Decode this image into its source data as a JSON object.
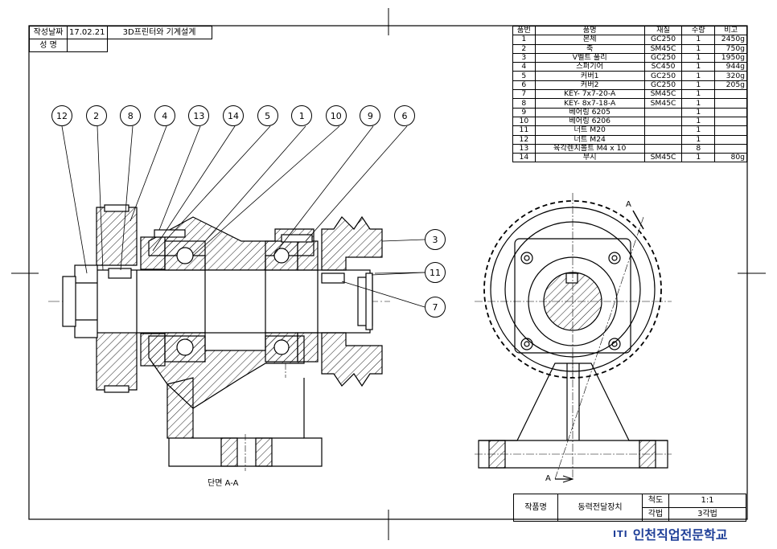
{
  "header": {
    "date_label": "작성날짜",
    "date_value": "17.02.21",
    "course_title": "3D프린터와 기계설계",
    "name_label": "성 명",
    "name_value": ""
  },
  "parts_table": {
    "headers": [
      "품번",
      "품명",
      "재질",
      "수량",
      "비고"
    ],
    "rows": [
      [
        "1",
        "본체",
        "GC250",
        "1",
        "2450g"
      ],
      [
        "2",
        "축",
        "SM45C",
        "1",
        "750g"
      ],
      [
        "3",
        "V벨트 풀리",
        "GC250",
        "1",
        "1950g"
      ],
      [
        "4",
        "스퍼기어",
        "SC450",
        "1",
        "944g"
      ],
      [
        "5",
        "커버1",
        "GC250",
        "1",
        "320g"
      ],
      [
        "6",
        "커버2",
        "GC250",
        "1",
        "205g"
      ],
      [
        "7",
        "KEY- 7x7-20-A",
        "SM45C",
        "1",
        ""
      ],
      [
        "8",
        "KEY- 8x7-18-A",
        "SM45C",
        "1",
        ""
      ],
      [
        "9",
        "베어링 6205",
        "",
        "1",
        ""
      ],
      [
        "10",
        "베어링 6206",
        "",
        "1",
        ""
      ],
      [
        "11",
        "너트 M20",
        "",
        "1",
        ""
      ],
      [
        "12",
        "너트 M24",
        "",
        "1",
        ""
      ],
      [
        "13",
        "육각렌치볼트 M4 x 10",
        "",
        "8",
        ""
      ],
      [
        "14",
        "부시",
        "SM45C",
        "1",
        "80g"
      ]
    ]
  },
  "balloons": {
    "top_row": [
      "12",
      "2",
      "8",
      "4",
      "13",
      "14",
      "5",
      "1",
      "10",
      "9",
      "6"
    ],
    "right_side": [
      "3",
      "11",
      "7"
    ]
  },
  "section": {
    "caption": "단면 A-A",
    "cut_label_top": "A",
    "cut_label_bottom": "A"
  },
  "title_block": {
    "work_label": "작품명",
    "work_value": "동력전달장치",
    "scale_label": "척도",
    "scale_value": "1:1",
    "projection_label": "각법",
    "projection_value": "3각법"
  },
  "logo": {
    "mark": "ITI",
    "name": "인천직업전문학교",
    "color": "#1f3f98"
  }
}
